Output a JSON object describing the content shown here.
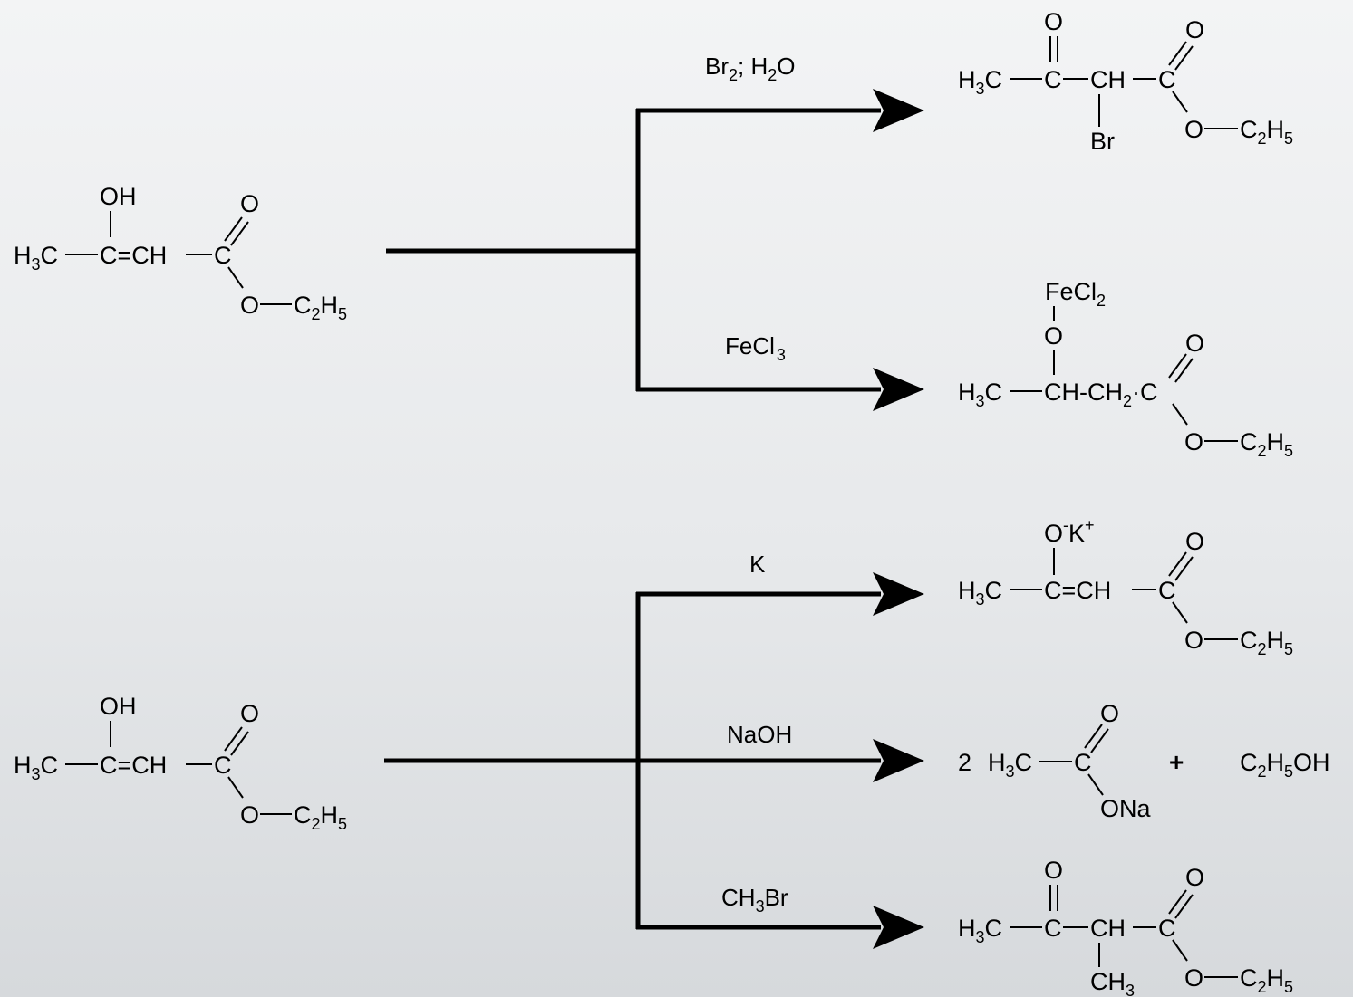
{
  "reactant": {
    "oh": "OH",
    "h": "H",
    "three": "3",
    "c": "C",
    "ene": "C=CH",
    "ch": "CH",
    "o": "O",
    "oEt": "O",
    "et_c": "C",
    "et_2": "2",
    "et_h": "H",
    "et_5": "5"
  },
  "reagents": {
    "br2": {
      "a": "Br",
      "sub": "2",
      "b": "; H",
      "sub2": "2",
      "c": "O"
    },
    "fecl3": {
      "a": "FeCl",
      "sub": "3"
    },
    "k": "K",
    "naoh": "NaOH",
    "ch3br": {
      "a": "CH",
      "sub": "3",
      "b": "Br"
    }
  },
  "products": {
    "p1": {
      "br": "Br",
      "ch": "CH"
    },
    "p2": {
      "fecl": "FeCl",
      "fecl_sub": "2",
      "o": "O",
      "chain": "CH-CH",
      "chain_sub": "2",
      "dot": "·"
    },
    "p3": {
      "o": "O",
      "minus": "-",
      "k": "K",
      "plus": "+",
      "ene": "C=CH"
    },
    "p4": {
      "coef": "2",
      "ona": "ONa",
      "plus": "+",
      "etoh_c": "C",
      "etoh_2": "2",
      "etoh_h": "H",
      "etoh_5": "5",
      "etoh_oh": "OH"
    },
    "p5": {
      "ch3_c": "CH",
      "ch3_sub": "3"
    }
  }
}
